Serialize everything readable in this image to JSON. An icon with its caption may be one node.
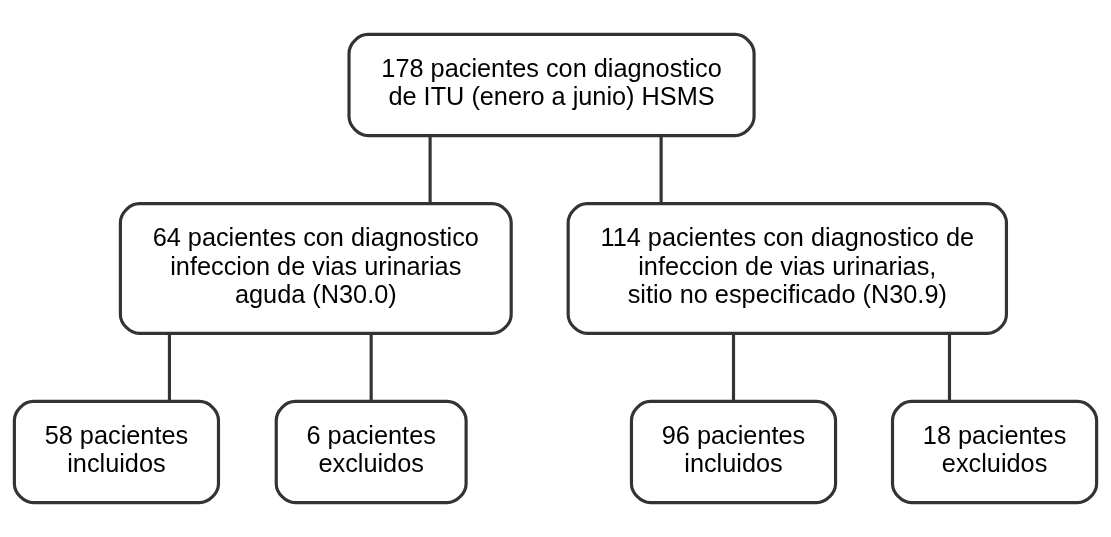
{
  "diagram": {
    "nodes": [
      {
        "text": [
          "178 pacientes con diagnostico de ITU (enero a junio) HSMS"
        ]
      },
      {
        "text": [
          "64 pacientes con diagnostico infeccion de vias urinarias aguda (N30.0)"
        ]
      },
      {
        "text": [
          "114 pacientes con diagnostico de infeccion de vias urinarias, sitio no especificado (N30.9)"
        ]
      },
      {
        "text": [
          "58 pacientes incluidos"
        ]
      },
      {
        "text": [
          "6 pacientes excluidos"
        ]
      },
      {
        "text": [
          "96 pacientes incluidos"
        ]
      },
      {
        "text": [
          "18 pacientes excluidos"
        ]
      }
    ],
    "edges": [
      {
        "from": 0,
        "to": 1,
        "arrow": "none"
      },
      {
        "from": 0,
        "to": 2,
        "arrow": "none"
      },
      {
        "from": 1,
        "to": 3,
        "arrow": "none"
      },
      {
        "from": 1,
        "to": 4,
        "arrow": "none"
      },
      {
        "from": 2,
        "to": 5,
        "arrow": "none"
      },
      {
        "from": 2,
        "to": 6,
        "arrow": "none"
      }
    ]
  }
}
